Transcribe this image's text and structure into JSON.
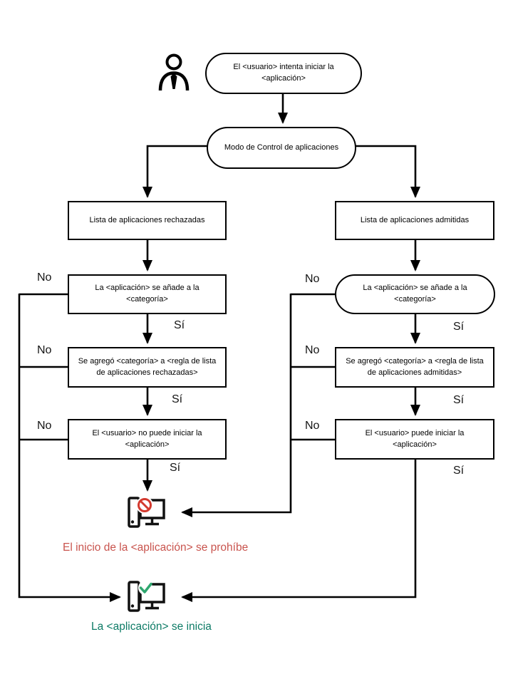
{
  "labels": {
    "no": "No",
    "yes": "Sí"
  },
  "nodes": {
    "start": "El <usuario> intenta iniciar la <aplicación>",
    "mode": "Modo de Control de aplicaciones",
    "rejected_list": "Lista de aplicaciones rechazadas",
    "allowed_list": "Lista de aplicaciones admitidas",
    "rejected_category": "La <aplicación> se añade a la <categoría>",
    "allowed_category": "La <aplicación> se añade a la <categoría>",
    "rejected_rule": "Se agregó <categoría> a <regla de lista de aplicaciones rechazadas>",
    "allowed_rule": "Se agregó <categoría> a <regla de lista de aplicaciones admitidas>",
    "rejected_result": "El <usuario> no puede iniciar la <aplicación>",
    "allowed_result": "El <usuario> puede iniciar la <aplicación>"
  },
  "captions": {
    "blocked": "El inicio de la <aplicación> se prohíbe",
    "allowed": "La <aplicación> se inicia"
  },
  "colors": {
    "line": "#000000",
    "blocked_text": "#c9544e",
    "allowed_text": "#0d7b66",
    "prohibition_sign": "#d33a2f",
    "check_sign": "#2fa76f"
  },
  "icons": {
    "user": "user-icon",
    "blocked_computer": "blocked-computer-icon",
    "allowed_computer": "allowed-computer-icon"
  }
}
